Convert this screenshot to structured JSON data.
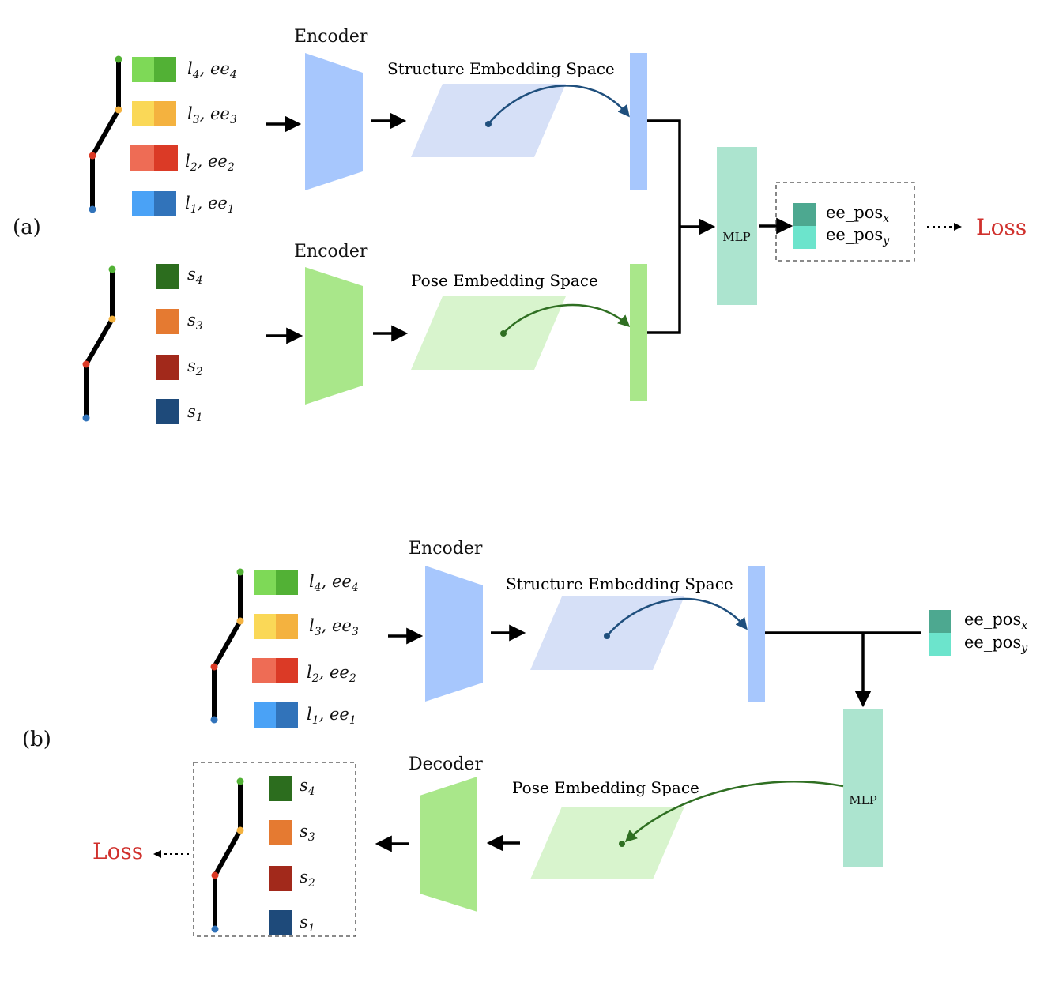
{
  "panel_a": {
    "tag": "(a)",
    "encoder_top": "Encoder",
    "encoder_bottom": "Encoder",
    "structure_space": "Structure Embedding Space",
    "pose_space": "Pose Embedding Space",
    "mlp": "MLP",
    "out_x": "ee_pos",
    "out_x_sub": "x",
    "out_y": "ee_pos",
    "out_y_sub": "y",
    "loss": "Loss",
    "links": [
      {
        "l": "l",
        "n": "4",
        "ee": "ee",
        "colors": [
          "#7ed957",
          "#52b135"
        ]
      },
      {
        "l": "l",
        "n": "3",
        "ee": "ee",
        "colors": [
          "#fad857",
          "#f4b23f"
        ]
      },
      {
        "l": "l",
        "n": "2",
        "ee": "ee",
        "colors": [
          "#ee6c55",
          "#db3a26"
        ]
      },
      {
        "l": "l",
        "n": "1",
        "ee": "ee",
        "colors": [
          "#4aa2f6",
          "#3173ba"
        ]
      }
    ],
    "states": [
      {
        "s": "s",
        "n": "4",
        "color": "#2c6d1e"
      },
      {
        "s": "s",
        "n": "3",
        "color": "#e57a31"
      },
      {
        "s": "s",
        "n": "2",
        "color": "#a2291b"
      },
      {
        "s": "s",
        "n": "1",
        "color": "#1e4a7a"
      }
    ]
  },
  "panel_b": {
    "tag": "(b)",
    "encoder": "Encoder",
    "decoder": "Decoder",
    "structure_space": "Structure Embedding Space",
    "pose_space": "Pose Embedding Space",
    "mlp": "MLP",
    "out_x": "ee_pos",
    "out_x_sub": "x",
    "out_y": "ee_pos",
    "out_y_sub": "y",
    "loss": "Loss"
  },
  "colors": {
    "blue_block": "#a7c7fd",
    "blue_space": "#d6e0f7",
    "green_block": "#a9e78a",
    "green_space": "#d8f4cd",
    "mlp": "#ace4cf",
    "ee_x": "#4da890",
    "ee_y": "#6ce4cc",
    "blue_arc": "#1f4f7d",
    "green_arc": "#2f6f22",
    "loss": "#d0312d"
  }
}
